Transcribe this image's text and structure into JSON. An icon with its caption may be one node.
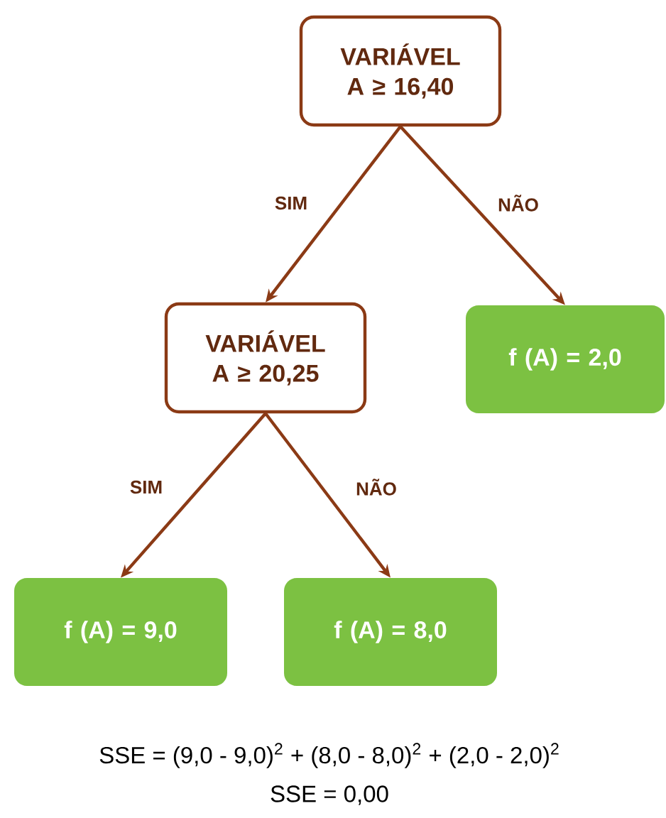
{
  "diagram": {
    "nodes": [
      {
        "text": [
          "VARIÁVEL A ≥ 16,40"
        ]
      },
      {
        "text": [
          "VARIÁVEL A ≥ 20,25"
        ]
      },
      {
        "text": [
          "f (A) = 2,0"
        ]
      },
      {
        "text": [
          "f (A) = 9,0"
        ]
      },
      {
        "text": [
          "f (A) = 8,0"
        ]
      }
    ],
    "edges": [
      {
        "from": 0,
        "to": 1,
        "arrow": "to",
        "label": "SIM"
      },
      {
        "from": 0,
        "to": 2,
        "arrow": "to",
        "label": "NÃO"
      },
      {
        "from": 1,
        "to": 3,
        "arrow": "to",
        "label": "SIM"
      },
      {
        "from": 1,
        "to": 4,
        "arrow": "to",
        "label": "NÃO"
      }
    ],
    "labels": [
      "SSE = (9,0 - 9,0)$^{2}$ + (8,0 - 8,0)$^{2}$ + (2,0 - 2,0)$^{2}$",
      "SSE = 0,00"
    ]
  }
}
